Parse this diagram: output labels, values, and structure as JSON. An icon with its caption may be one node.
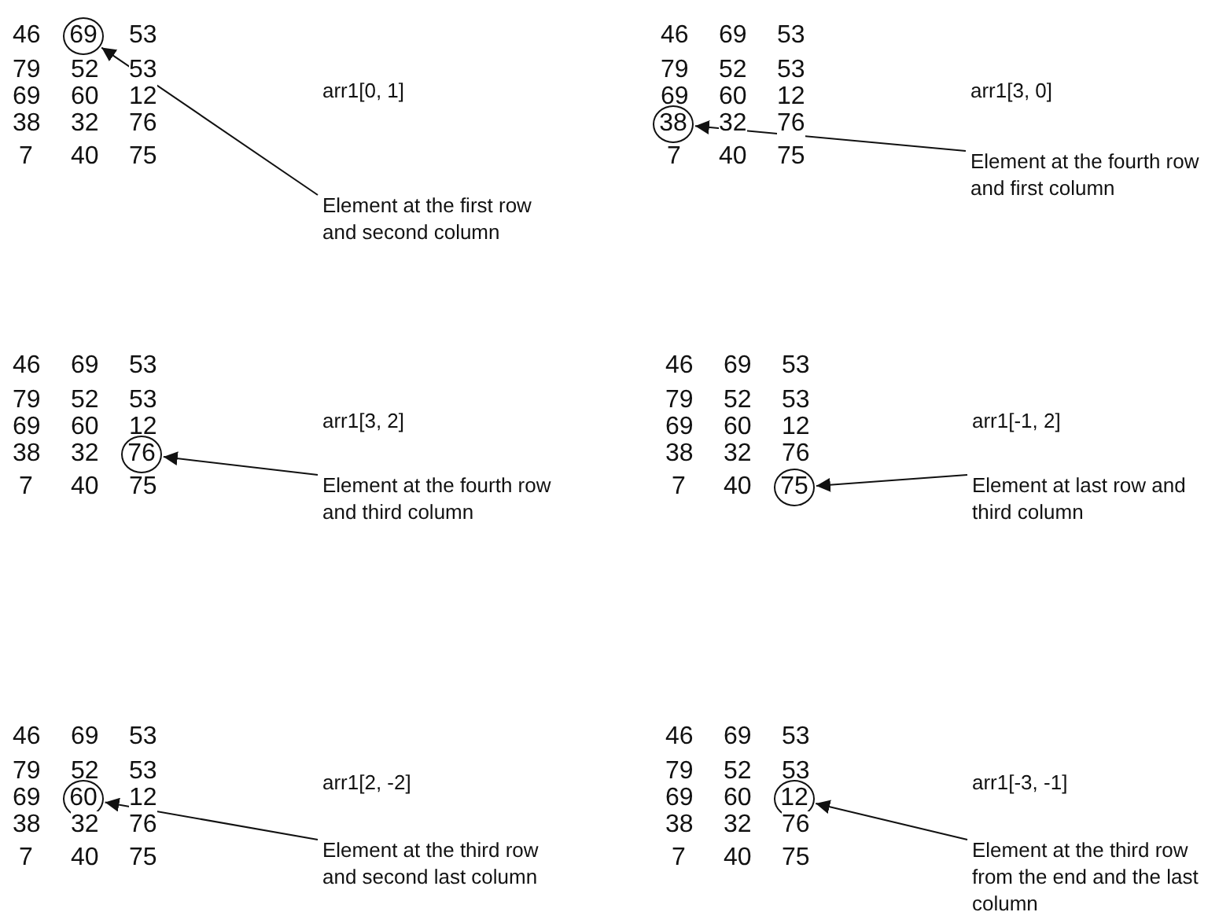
{
  "diagram": {
    "nodes": [
      {
        "text": [
          "69"
        ]
      },
      {
        "text": [
          "Element at the first row and second column"
        ]
      },
      {
        "text": [
          "38"
        ]
      },
      {
        "text": [
          "Element at the fourth row and first column"
        ]
      },
      {
        "text": [
          "76"
        ]
      },
      {
        "text": [
          "Element at the fourth row and third column"
        ]
      },
      {
        "text": [
          "75"
        ]
      },
      {
        "text": [
          "Element at last row and third column"
        ]
      },
      {
        "text": [
          "60"
        ]
      },
      {
        "text": [
          "Element at the third row and second last column"
        ]
      },
      {
        "text": [
          "12"
        ]
      },
      {
        "text": [
          "Element at the third row from the end and the last column"
        ]
      }
    ],
    "edges": [
      {
        "from": 1,
        "to": 0,
        "arrow": "to"
      },
      {
        "from": 3,
        "to": 2,
        "arrow": "to"
      },
      {
        "from": 5,
        "to": 4,
        "arrow": "to"
      },
      {
        "from": 7,
        "to": 6,
        "arrow": "to"
      },
      {
        "from": 9,
        "to": 8,
        "arrow": "to"
      },
      {
        "from": 11,
        "to": 10,
        "arrow": "to"
      }
    ],
    "labels": [
      "46",
      "53",
      "79",
      "52",
      "53",
      "69",
      "60",
      "12",
      "38",
      "32",
      "76",
      "7",
      "40",
      "75",
      "arr1[0, 1]",
      "46",
      "69",
      "53",
      "79",
      "52",
      "53",
      "69",
      "60",
      "12",
      "32",
      "76",
      "7",
      "40",
      "75",
      "arr1[3, 0]",
      "46",
      "69",
      "53",
      "79",
      "52",
      "53",
      "69",
      "60",
      "12",
      "38",
      "32",
      "7",
      "40",
      "75",
      "arr1[3, 2]",
      "46",
      "69",
      "53",
      "79",
      "52",
      "53",
      "69",
      "60",
      "12",
      "38",
      "32",
      "76",
      "7",
      "40",
      "arr1[-1, 2]",
      "46",
      "69",
      "53",
      "79",
      "52",
      "53",
      "69",
      "12",
      "38",
      "32",
      "76",
      "7",
      "40",
      "75",
      "arr1[2, -2]",
      "46",
      "69",
      "53",
      "79",
      "52",
      "53",
      "69",
      "60",
      "38",
      "32",
      "76",
      "7",
      "40",
      "75",
      "arr1[-3, -1]"
    ]
  }
}
